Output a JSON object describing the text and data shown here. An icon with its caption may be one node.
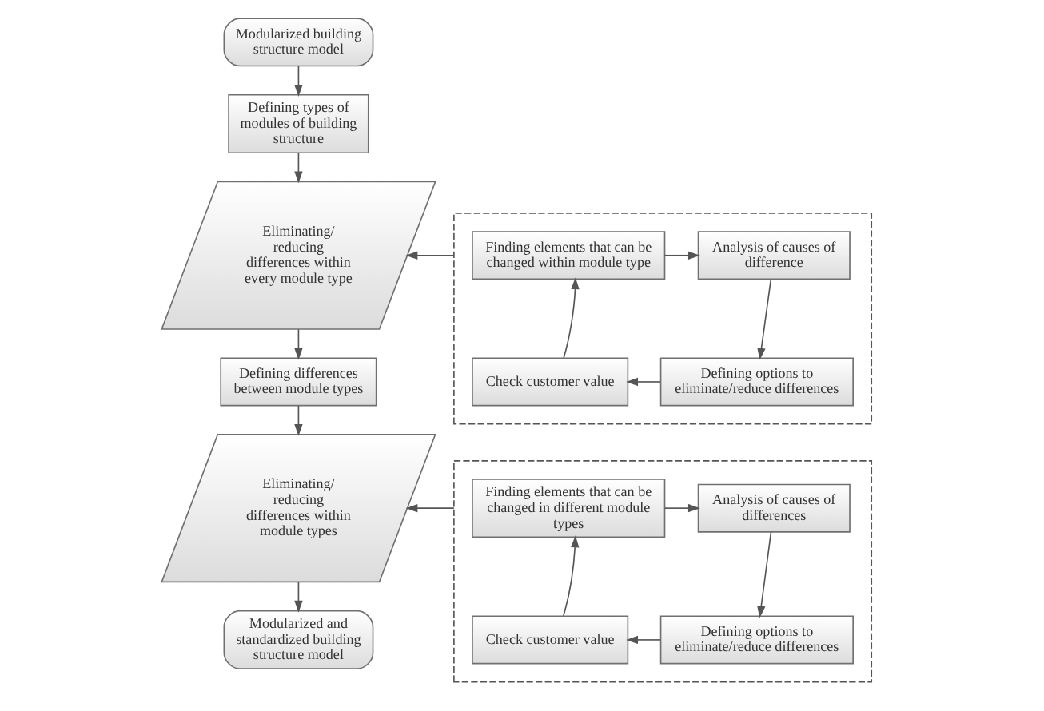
{
  "diagram": {
    "nodes": [
      {
        "text": [
          "Modularized building structure model"
        ]
      },
      {
        "text": [
          "Defining types of modules of building structure"
        ]
      },
      {
        "text": [
          "Eliminating/ reducing differences within every module type"
        ]
      },
      {
        "text": [
          "Defining differences between module types"
        ]
      },
      {
        "text": [
          "Eliminating/ reducing differences within module types"
        ]
      },
      {
        "text": [
          "Modularized and standardized building structure model"
        ]
      },
      {
        "text": [],
        "shape": "box"
      },
      {
        "text": [
          "Finding elements that can be changed within module type"
        ],
        "in": 6
      },
      {
        "text": [
          "Analysis of causes of difference"
        ],
        "in": 6
      },
      {
        "text": [
          "Defining options to eliminate/reduce differences"
        ],
        "in": 6
      },
      {
        "text": [
          "Check customer value"
        ],
        "in": 6
      },
      {
        "text": [],
        "shape": "box"
      },
      {
        "text": [
          "Finding elements that can be changed in different module types"
        ],
        "in": 11
      },
      {
        "text": [
          "Analysis of causes of differences"
        ],
        "in": 11
      },
      {
        "text": [
          "Defining options to eliminate/reduce differences"
        ],
        "in": 11
      },
      {
        "text": [
          "Check customer value"
        ],
        "in": 11
      }
    ],
    "edges": [
      {
        "from": 0,
        "to": 1,
        "arrow": "to"
      },
      {
        "from": 1,
        "to": 2,
        "arrow": "to"
      },
      {
        "from": 2,
        "to": 3,
        "arrow": "to"
      },
      {
        "from": 3,
        "to": 4,
        "arrow": "to"
      },
      {
        "from": 4,
        "to": 5,
        "arrow": "to"
      },
      {
        "from": 6,
        "to": 2,
        "arrow": "to"
      },
      {
        "from": 7,
        "to": 8,
        "arrow": "to"
      },
      {
        "from": 8,
        "to": 9,
        "arrow": "to"
      },
      {
        "from": 9,
        "to": 10,
        "arrow": "to"
      },
      {
        "from": 10,
        "to": 7,
        "arrow": "to"
      },
      {
        "from": 11,
        "to": 4,
        "arrow": "to"
      },
      {
        "from": 12,
        "to": 13,
        "arrow": "to"
      },
      {
        "from": 13,
        "to": 14,
        "arrow": "to"
      },
      {
        "from": 14,
        "to": 15,
        "arrow": "to"
      },
      {
        "from": 15,
        "to": 12,
        "arrow": "to"
      }
    ]
  }
}
